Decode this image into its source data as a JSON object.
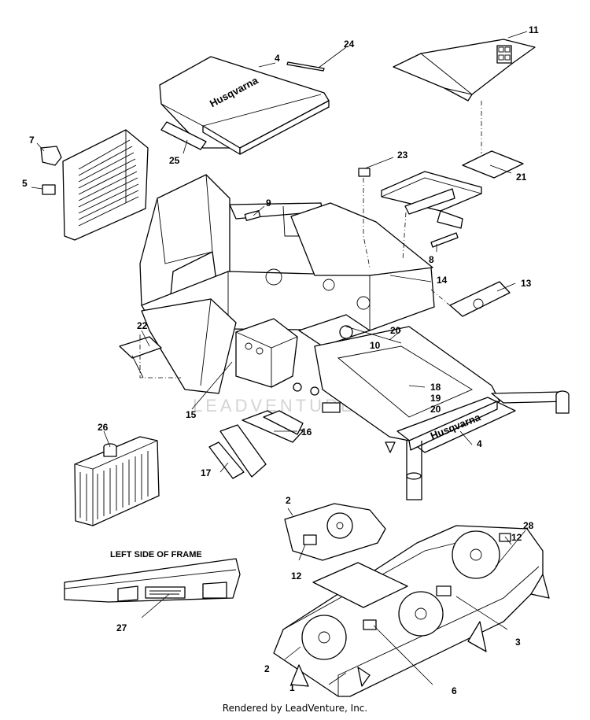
{
  "diagram": {
    "side_label": "LEFT SIDE OF FRAME",
    "brand_logo": "Husqvarna",
    "watermark": "LEADVENTURE",
    "footer": "Rendered by LeadVenture, Inc.",
    "callouts": {
      "c1": "1",
      "c2a": "2",
      "c2b": "2",
      "c3": "3",
      "c4a": "4",
      "c4b": "4",
      "c5": "5",
      "c6": "6",
      "c7": "7",
      "c8": "8",
      "c9": "9",
      "c10": "10",
      "c11": "11",
      "c12a": "12",
      "c12b": "12",
      "c13": "13",
      "c14": "14",
      "c15": "15",
      "c16": "16",
      "c17": "17",
      "c18": "18",
      "c19": "19",
      "c20a": "20",
      "c20b": "20",
      "c21": "21",
      "c22": "22",
      "c23": "23",
      "c24": "24",
      "c25": "25",
      "c26": "26",
      "c27": "27",
      "c28": "28"
    }
  }
}
